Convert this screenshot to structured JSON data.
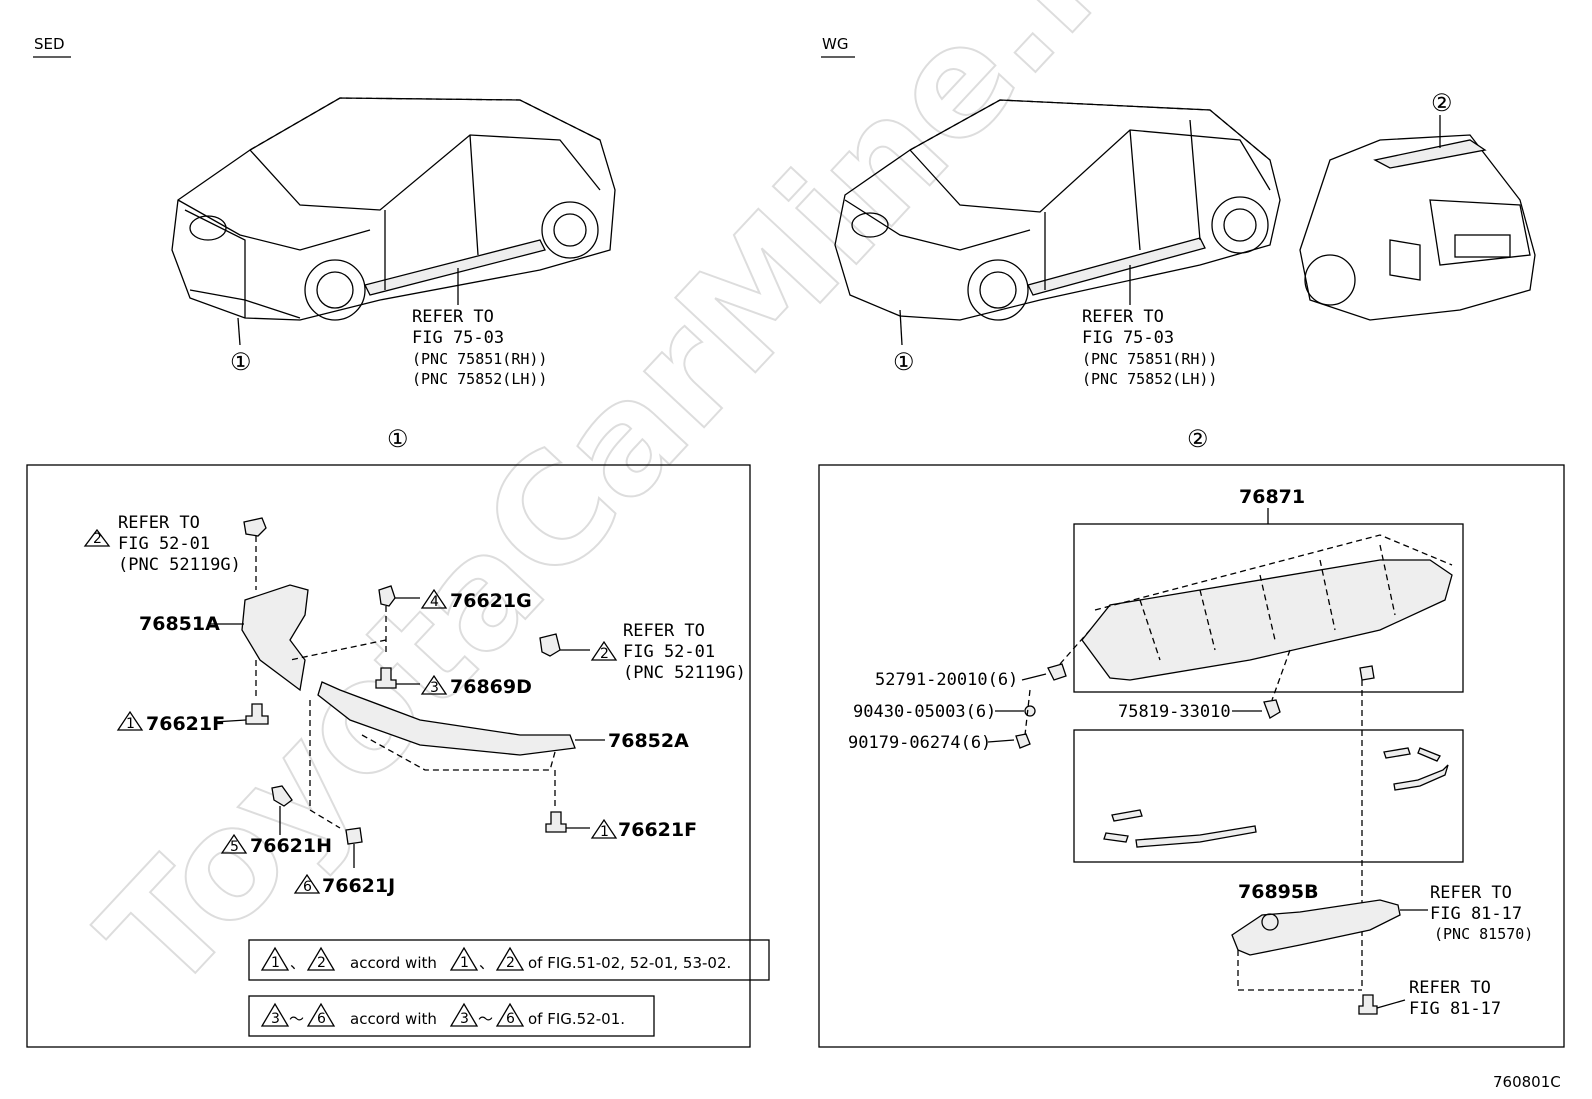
{
  "header": {
    "sed_label": "SED",
    "wg_label": "WG"
  },
  "watermark": "ToyotaCarMine.ru",
  "sed_view": {
    "callout": "①",
    "refer": [
      "REFER TO",
      "FIG 75-03",
      "(PNC 75851(RH))",
      "(PNC 75852(LH))"
    ]
  },
  "wg_view": {
    "callout_1": "①",
    "callout_2": "②",
    "refer": [
      "REFER TO",
      "FIG 75-03",
      "(PNC 75851(RH))",
      "(PNC 75852(LH))"
    ]
  },
  "panel_1": {
    "title": "①",
    "parts": {
      "p76851A": "76851A",
      "p76621F_left": "76621F",
      "p76621G": "76621G",
      "p76869D": "76869D",
      "p76852A": "76852A",
      "p76621F_right": "76621F",
      "p76621H": "76621H",
      "p76621J": "76621J"
    },
    "tri": {
      "t1": "1",
      "t2": "2",
      "t3": "3",
      "t4": "4",
      "t5": "5",
      "t6": "6"
    },
    "refer_top": [
      "REFER TO",
      "FIG 52-01",
      "(PNC 52119G)"
    ],
    "refer_right": [
      "REFER TO",
      "FIG 52-01",
      "(PNC 52119G)"
    ],
    "note_1": {
      "sep1": "、",
      "text1": "accord with",
      "sep2": "、",
      "text2": "of FIG.51-02, 52-01, 53-02."
    },
    "note_2": {
      "sep1": "～",
      "text1": "accord with",
      "sep2": "～",
      "text2": "of FIG.52-01."
    }
  },
  "panel_2": {
    "title": "②",
    "parts": {
      "p76871": "76871",
      "p52791": "52791-20010(6)",
      "p90430": "90430-05003(6)",
      "p90179": "90179-06274(6)",
      "p75819": "75819-33010",
      "p76895B": "76895B"
    },
    "refer_lamp": [
      "REFER TO",
      "FIG 81-17",
      "(PNC 81570)"
    ],
    "refer_bottom": [
      "REFER TO",
      "FIG 81-17"
    ]
  },
  "footer": {
    "figure_code": "760801C"
  }
}
